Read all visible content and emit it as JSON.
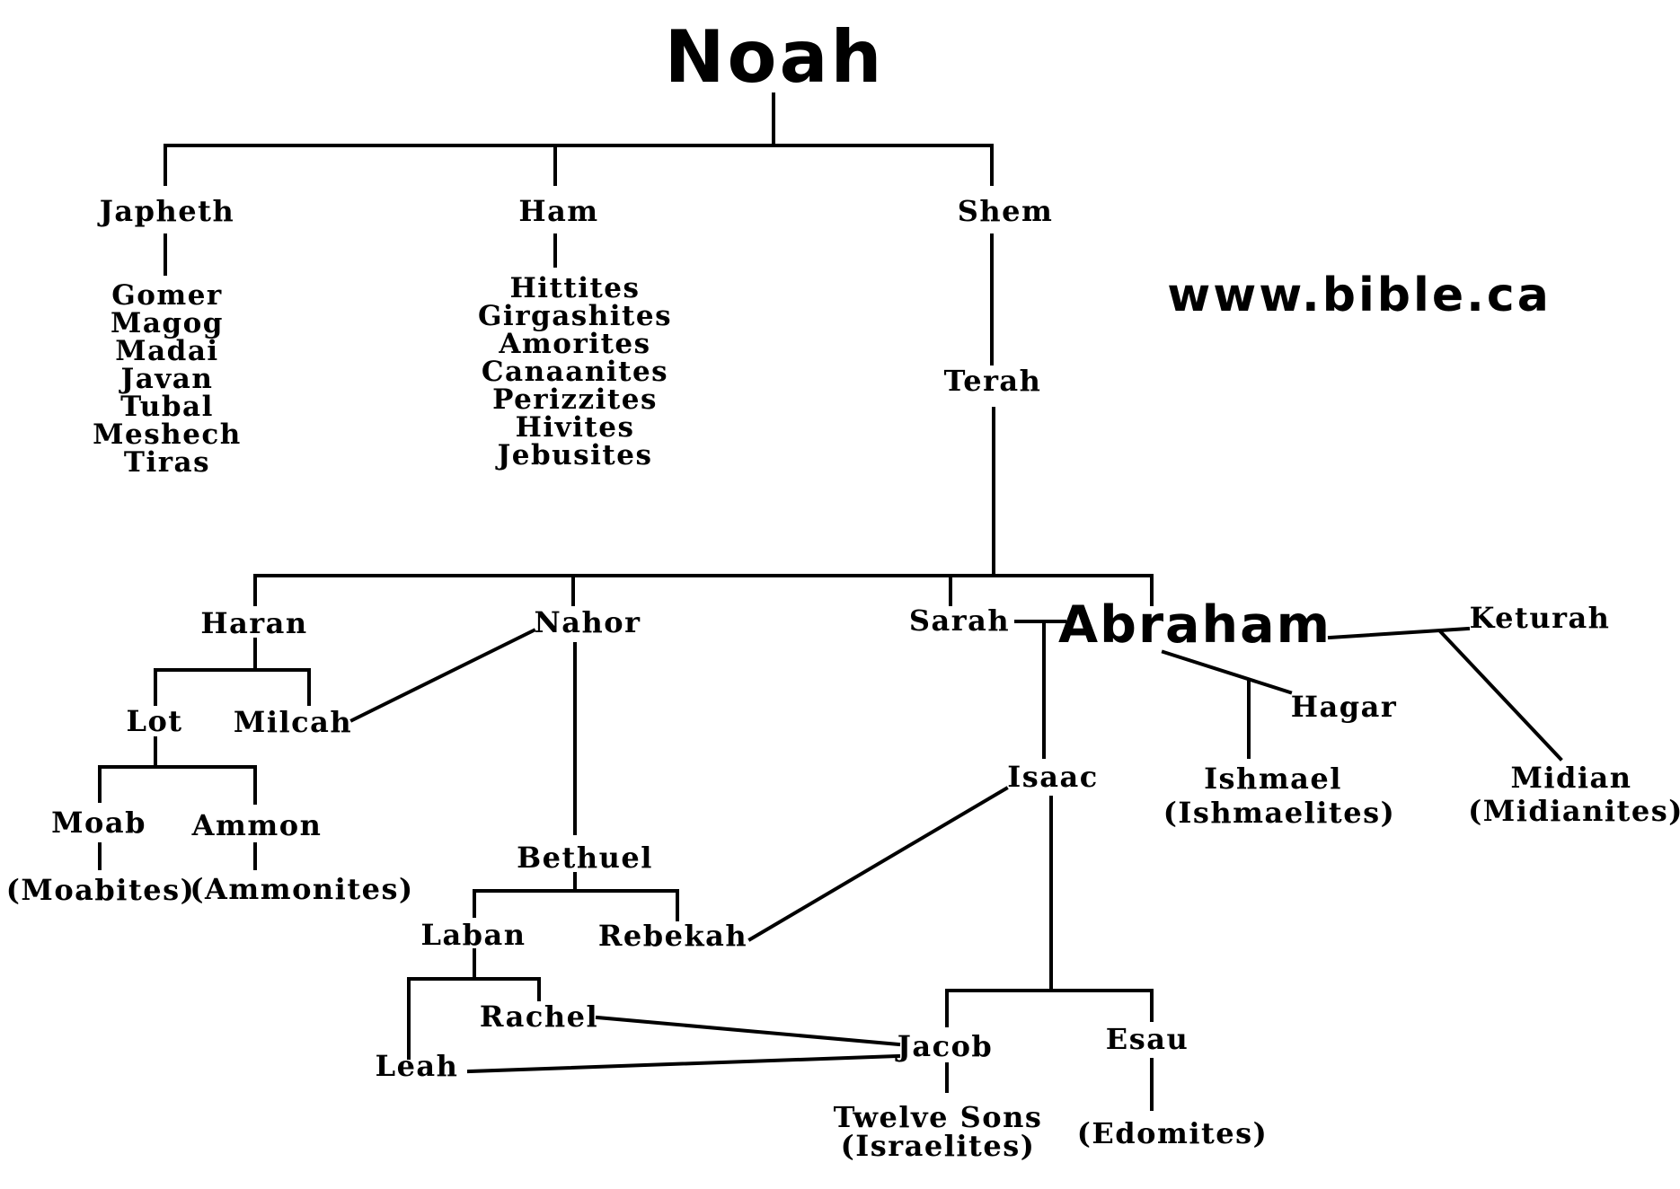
{
  "title": "Noah",
  "website": "www.bible.ca",
  "sons_of_noah": {
    "japheth": "Japheth",
    "ham": "Ham",
    "shem": "Shem"
  },
  "japheth_descendants": [
    "Gomer",
    "Magog",
    "Madai",
    "Javan",
    "Tubal",
    "Meshech",
    "Tiras"
  ],
  "ham_descendants": [
    "Hittites",
    "Girgashites",
    "Amorites",
    "Canaanites",
    "Perizzites",
    "Hivites",
    "Jebusites"
  ],
  "terah": "Terah",
  "children_of_terah": {
    "haran": "Haran",
    "nahor": "Nahor",
    "sarah": "Sarah",
    "abraham": "Abraham"
  },
  "abraham_wives": {
    "keturah": "Keturah",
    "hagar": "Hagar"
  },
  "haran_line": {
    "lot": "Lot",
    "milcah": "Milcah",
    "moab": "Moab",
    "moabites": "(Moabites)",
    "ammon": "Ammon",
    "ammonites": "(Ammonites)"
  },
  "nahor_line": {
    "bethuel": "Bethuel",
    "laban": "Laban",
    "rebekah": "Rebekah",
    "rachel": "Rachel",
    "leah": "Leah"
  },
  "abraham_line": {
    "isaac": "Isaac",
    "ishmael": "Ishmael",
    "ishmaelites": "(Ishmaelites)",
    "midian": "Midian",
    "midianites": "(Midianites)",
    "jacob": "Jacob",
    "esau": "Esau",
    "edomites": "(Edomites)",
    "twelve_sons": "Twelve Sons",
    "israelites": "(Israelites)"
  }
}
